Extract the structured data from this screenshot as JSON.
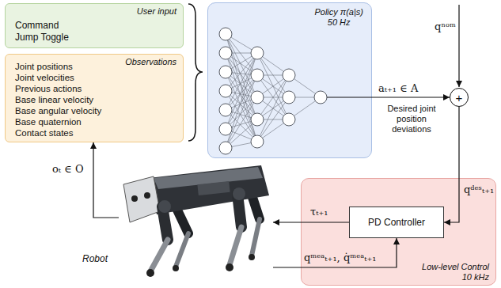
{
  "diagram": {
    "nodes": [
      {
        "text": [
          "User input",
          "Command",
          "Jump Toggle"
        ]
      },
      {
        "text": [
          "Observations",
          "Joint positions",
          "Joint velocities",
          "Previous actions",
          "Base linear velocity",
          "Base angular velocity",
          "Base quaternion",
          "Contact states"
        ]
      },
      {
        "text": [
          "Policy π(a|s)",
          "50 Hz"
        ]
      },
      {
        "text": [
          "+"
        ]
      },
      {
        "text": [
          "Low-level Control",
          "10 kHz"
        ]
      },
      {
        "text": [
          "PD Controller"
        ],
        "in": 4
      },
      {
        "text": [
          "Robot"
        ]
      }
    ],
    "edges": [
      {
        "from": 2,
        "to": 3,
        "arrow": "to",
        "label": "aₜ₊₁ ∈ A"
      },
      {
        "from": 3,
        "to": 5,
        "arrow": "to",
        "label": "qᵈᵉˢₜ₊₁"
      },
      {
        "from": 5,
        "to": 6,
        "arrow": "to",
        "label": "τₜ₊₁"
      },
      {
        "from": 6,
        "to": 5,
        "arrow": "to",
        "label": "qᵐᵉᵃₜ₊₁, q̇ᵐᵉᵃₜ₊₁"
      },
      {
        "from": 6,
        "to": 1,
        "arrow": "to",
        "label": "oₜ ∈ O"
      }
    ],
    "labels": [
      "Desired joint position deviations",
      "qⁿᵒᵐ"
    ]
  }
}
